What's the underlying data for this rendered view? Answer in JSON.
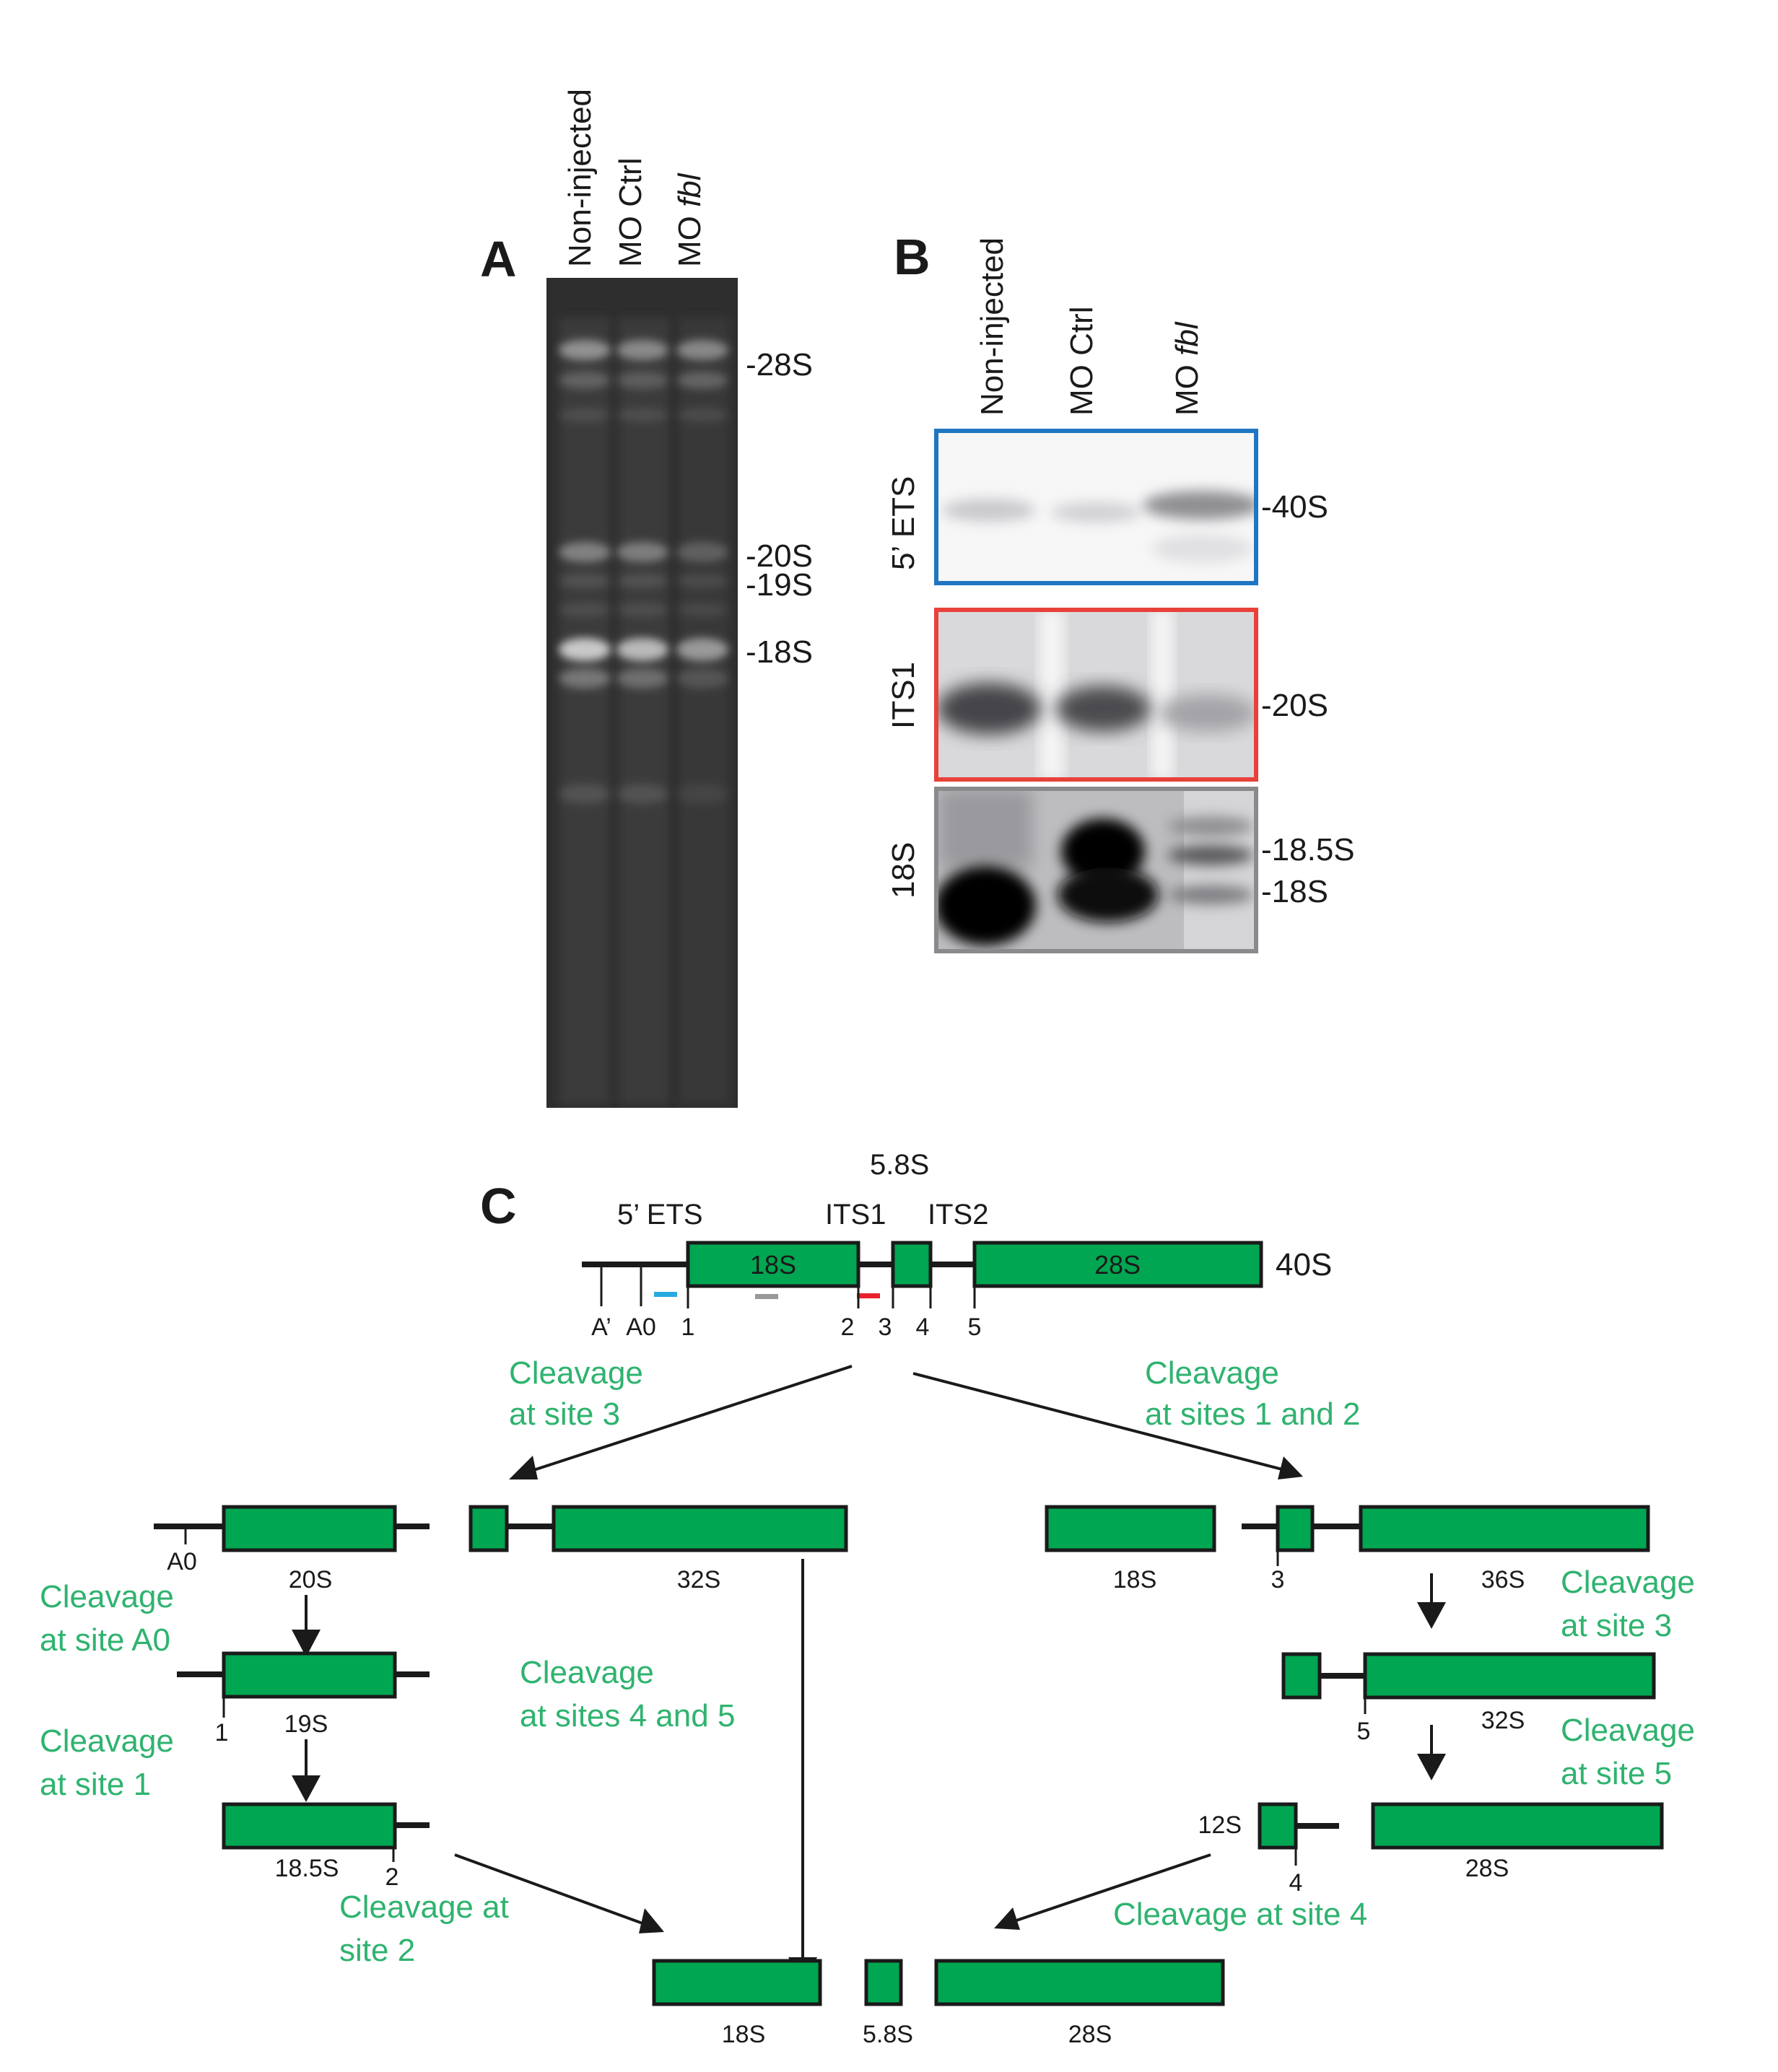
{
  "figure": {
    "panels": [
      "A",
      "B",
      "C"
    ]
  },
  "panel_a": {
    "letter": "A",
    "lanes": [
      {
        "prefix": "Non-injected",
        "italic": ""
      },
      {
        "prefix": "MO Ctrl",
        "italic": ""
      },
      {
        "prefix": "MO ",
        "italic": "fbl"
      }
    ],
    "band_labels": [
      "-28S",
      "-20S",
      "-19S",
      "-18S"
    ],
    "gel_colors": {
      "background": "#2c2c2c",
      "band": "#d8d8d8"
    }
  },
  "panel_b": {
    "letter": "B",
    "lanes": [
      {
        "prefix": "Non-injected",
        "italic": ""
      },
      {
        "prefix": "MO Ctrl",
        "italic": ""
      },
      {
        "prefix": "MO ",
        "italic": "fbl"
      }
    ],
    "blots": [
      {
        "probe": "5’ ETS",
        "frame_color": "#1f76c2",
        "band_labels": [
          "-40S"
        ]
      },
      {
        "probe": "ITS1",
        "frame_color": "#e8413a",
        "band_labels": [
          "-20S"
        ]
      },
      {
        "probe": "18S",
        "frame_color": "#8a8a8c",
        "band_labels": [
          "-18.5S",
          "-18S"
        ]
      }
    ]
  },
  "panel_c": {
    "letter": "C",
    "colors": {
      "rrna": "#00a651",
      "step_text": "#2fb36f",
      "probe_ets": "#29a9e0",
      "probe_18s": "#999999",
      "probe_its1": "#e8212a"
    },
    "precursor": {
      "name": "40S",
      "region_labels": {
        "ets": "5’ ETS",
        "its1": "ITS1",
        "its2": "ITS2",
        "s58": "5.8S"
      },
      "box_labels": {
        "s18": "18S",
        "s28": "28S"
      },
      "sites": [
        "A’",
        "A0",
        "1",
        "2",
        "3",
        "4",
        "5"
      ]
    },
    "steps": {
      "site3": [
        "Cleavage",
        "at site 3"
      ],
      "sites12": [
        "Cleavage",
        "at sites 1 and 2"
      ],
      "siteA0": [
        "Cleavage",
        "at site A0"
      ],
      "site1": [
        "Cleavage",
        "at site 1"
      ],
      "sites45": [
        "Cleavage",
        "at sites 4 and 5"
      ],
      "site2": [
        "Cleavage at",
        "site 2"
      ],
      "site3_right": [
        "Cleavage",
        "at site 3"
      ],
      "site5": [
        "Cleavage",
        "at site 5"
      ],
      "site4": [
        "Cleavage at site 4"
      ]
    },
    "intermediates": {
      "s20": "20S",
      "s32_left": "32S",
      "s19": "19S",
      "s185": "18.5S",
      "s18_right": "18S",
      "s36": "36S",
      "s32_right": "32S",
      "s12": "12S",
      "s28_right": "28S"
    },
    "intermediate_sites": {
      "a0": "A0",
      "one": "1",
      "two": "2",
      "three": "3",
      "five": "5",
      "four": "4"
    },
    "products": [
      "18S",
      "5.8S",
      "28S"
    ]
  }
}
